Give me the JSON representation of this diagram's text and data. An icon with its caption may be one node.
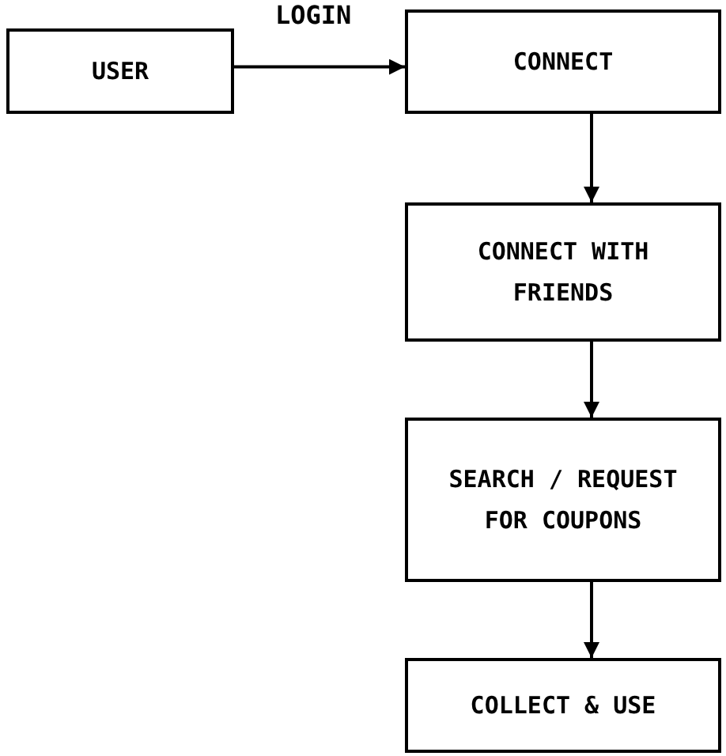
{
  "diagram": {
    "nodes": [
      {
        "text": [
          "USER"
        ]
      },
      {
        "text": [
          "CONNECT"
        ]
      },
      {
        "text": [
          "CONNECT WITH FRIENDS"
        ]
      },
      {
        "text": [
          "SEARCH / REQUEST FOR COUPONS"
        ]
      },
      {
        "text": [
          "COLLECT & USE"
        ]
      }
    ],
    "edges": [
      {
        "from": 0,
        "to": 1,
        "arrow": "to",
        "label": "LOGIN"
      },
      {
        "from": 1,
        "to": 2,
        "arrow": "to"
      },
      {
        "from": 2,
        "to": 3,
        "arrow": "to"
      },
      {
        "from": 3,
        "to": 4,
        "arrow": "to"
      }
    ]
  }
}
